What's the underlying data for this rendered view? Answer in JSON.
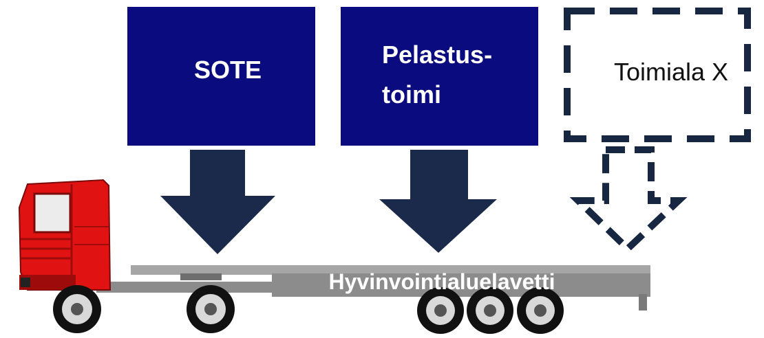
{
  "diagram": {
    "boxes": {
      "sote": {
        "label": "SOTE"
      },
      "pelastus": {
        "line1": "Pelastus-",
        "line2": "toimi"
      },
      "toimiala": {
        "label": "Toimiala X"
      }
    },
    "platform": {
      "label": "Hyvinvointialuelavetti"
    }
  },
  "colors": {
    "box_fill": "#0b0b80",
    "arrow": "#1b2a4a",
    "dashed": "#172641",
    "truck_red": "#e01212",
    "truck_dark_red": "#9e0b0b",
    "bed": "#a6a6a6",
    "bed_dark": "#8c8c8c",
    "tire": "#111111"
  }
}
